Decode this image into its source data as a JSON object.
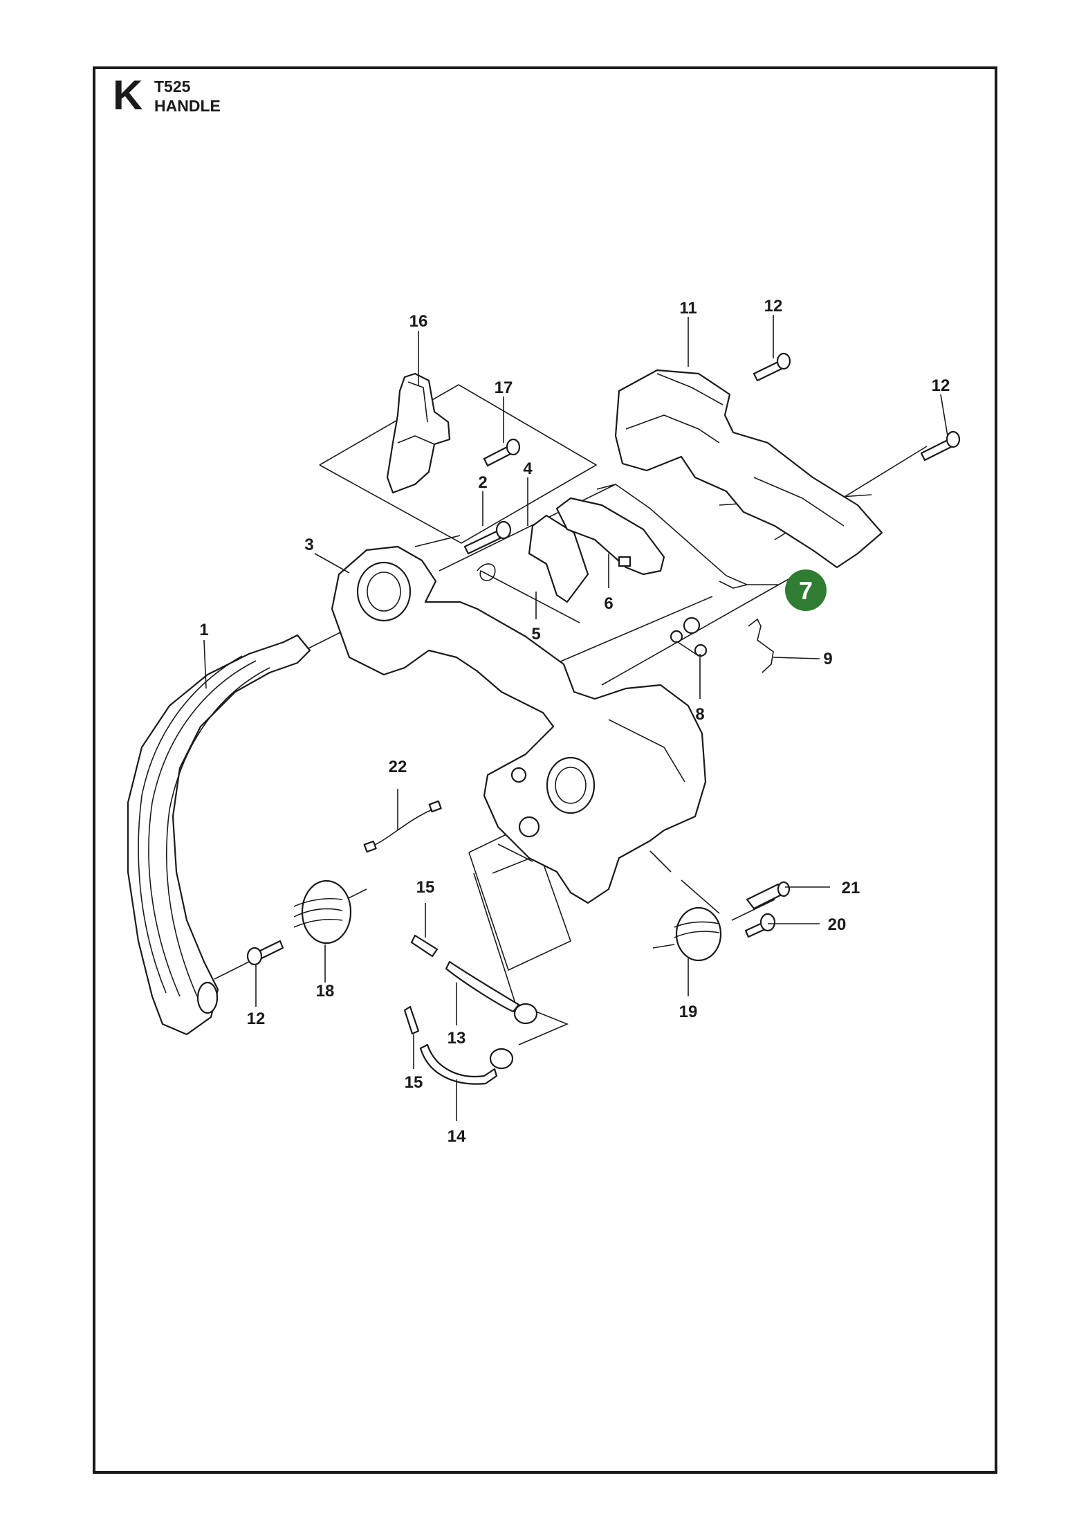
{
  "header": {
    "section": "K",
    "model": "T525",
    "title": "HANDLE"
  },
  "highlight": {
    "label": "7",
    "color": "#2e7d32"
  },
  "callouts": {
    "c1": "1",
    "c2": "2",
    "c3": "3",
    "c4": "4",
    "c5": "5",
    "c6": "6",
    "c8": "8",
    "c9": "9",
    "c11": "11",
    "c12a": "12",
    "c12b": "12",
    "c12c": "12",
    "c13": "13",
    "c14": "14",
    "c15a": "15",
    "c15b": "15",
    "c16": "16",
    "c17": "17",
    "c18": "18",
    "c19": "19",
    "c20": "20",
    "c21": "21",
    "c22": "22"
  }
}
